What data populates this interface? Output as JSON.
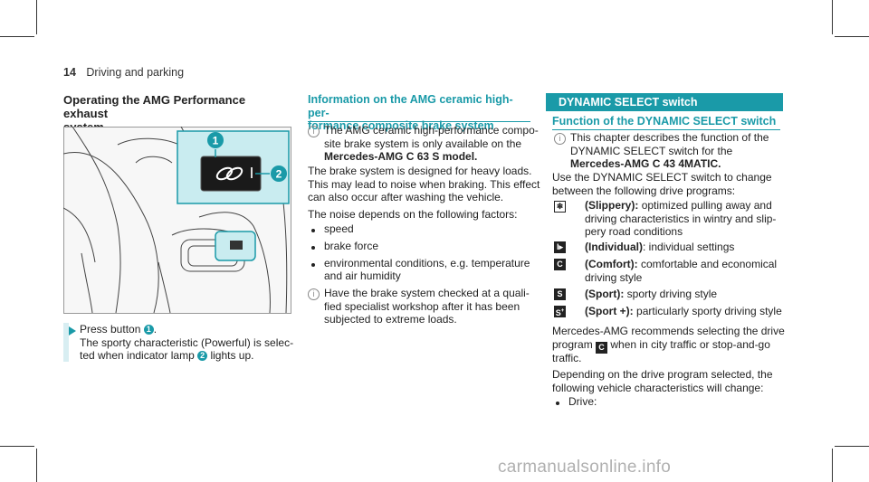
{
  "header": {
    "page_number": "14",
    "section": "Driving and parking"
  },
  "col1": {
    "title_line1": "Operating the AMG Performance exhaust",
    "title_line2": "system",
    "step_line1_pre": "Press button",
    "step_line1_post": ".",
    "step_line2": "The sporty characteristic (Powerful) is selec-",
    "step_line3_pre": "ted when indicator lamp",
    "step_line3_post": "lights up.",
    "callout_1": "1",
    "callout_2": "2"
  },
  "col2": {
    "title_line1": "Information on the AMG ceramic high-per-",
    "title_line2": "formance composite brake system",
    "info1_line1": "The AMG ceramic high-performance compo-",
    "info1_line2": "site brake system is only available on the",
    "info1_line3": "Mercedes-AMG C 63 S model.",
    "p1_line1": "The brake system is designed for heavy loads.",
    "p1_line2": "This may lead to noise when braking. This effect",
    "p1_line3": "can also occur after washing the vehicle.",
    "p2_line1": "The noise depends on the following factors:",
    "bullets": [
      "speed",
      "brake force",
      "environmental conditions, e.g. temperature",
      "and air humidity"
    ],
    "info2_line1": "Have the brake system checked at a quali-",
    "info2_line2": "fied specialist workshop after it has been",
    "info2_line3": "subjected to extreme loads."
  },
  "col3": {
    "banner": "DYNAMIC SELECT switch",
    "subtitle": "Function of the DYNAMIC SELECT switch",
    "info_line1": "This chapter describes the function of the",
    "info_line2": "DYNAMIC SELECT switch for the",
    "info_line3": "Mercedes-AMG C 43 4MATIC.",
    "p1_line1": "Use the DYNAMIC SELECT switch to change",
    "p1_line2": "between the following drive programs:",
    "prog1_label": "(Slippery):",
    "prog1_l1": "optimized pulling away and",
    "prog1_l2": "driving characteristics in wintry and slip-",
    "prog1_l3": "pery road conditions",
    "prog2_label": "(Individual)",
    "prog2_l1": ": individual settings",
    "prog3_label": "(Comfort):",
    "prog3_l1": "comfortable and economical",
    "prog3_l2": "driving style",
    "prog4_label": "(Sport):",
    "prog4_l1": "sporty driving style",
    "prog5_label": "(Sport +):",
    "prog5_l1": "particularly sporty driving style",
    "p2_line1": "Mercedes-AMG recommends selecting the drive",
    "p2_line2_pre": "program",
    "p2_line2_post": "when in city traffic or stop-and-go",
    "p2_line3": "traffic.",
    "p3_line1": "Depending on the drive program selected, the",
    "p3_line2": "following vehicle characteristics will change:",
    "bullet_drive": "Drive:"
  },
  "watermark": "carmanualsonline.info",
  "colors": {
    "accent": "#1a9aa8",
    "callout_bg": "#c9ecf0"
  }
}
